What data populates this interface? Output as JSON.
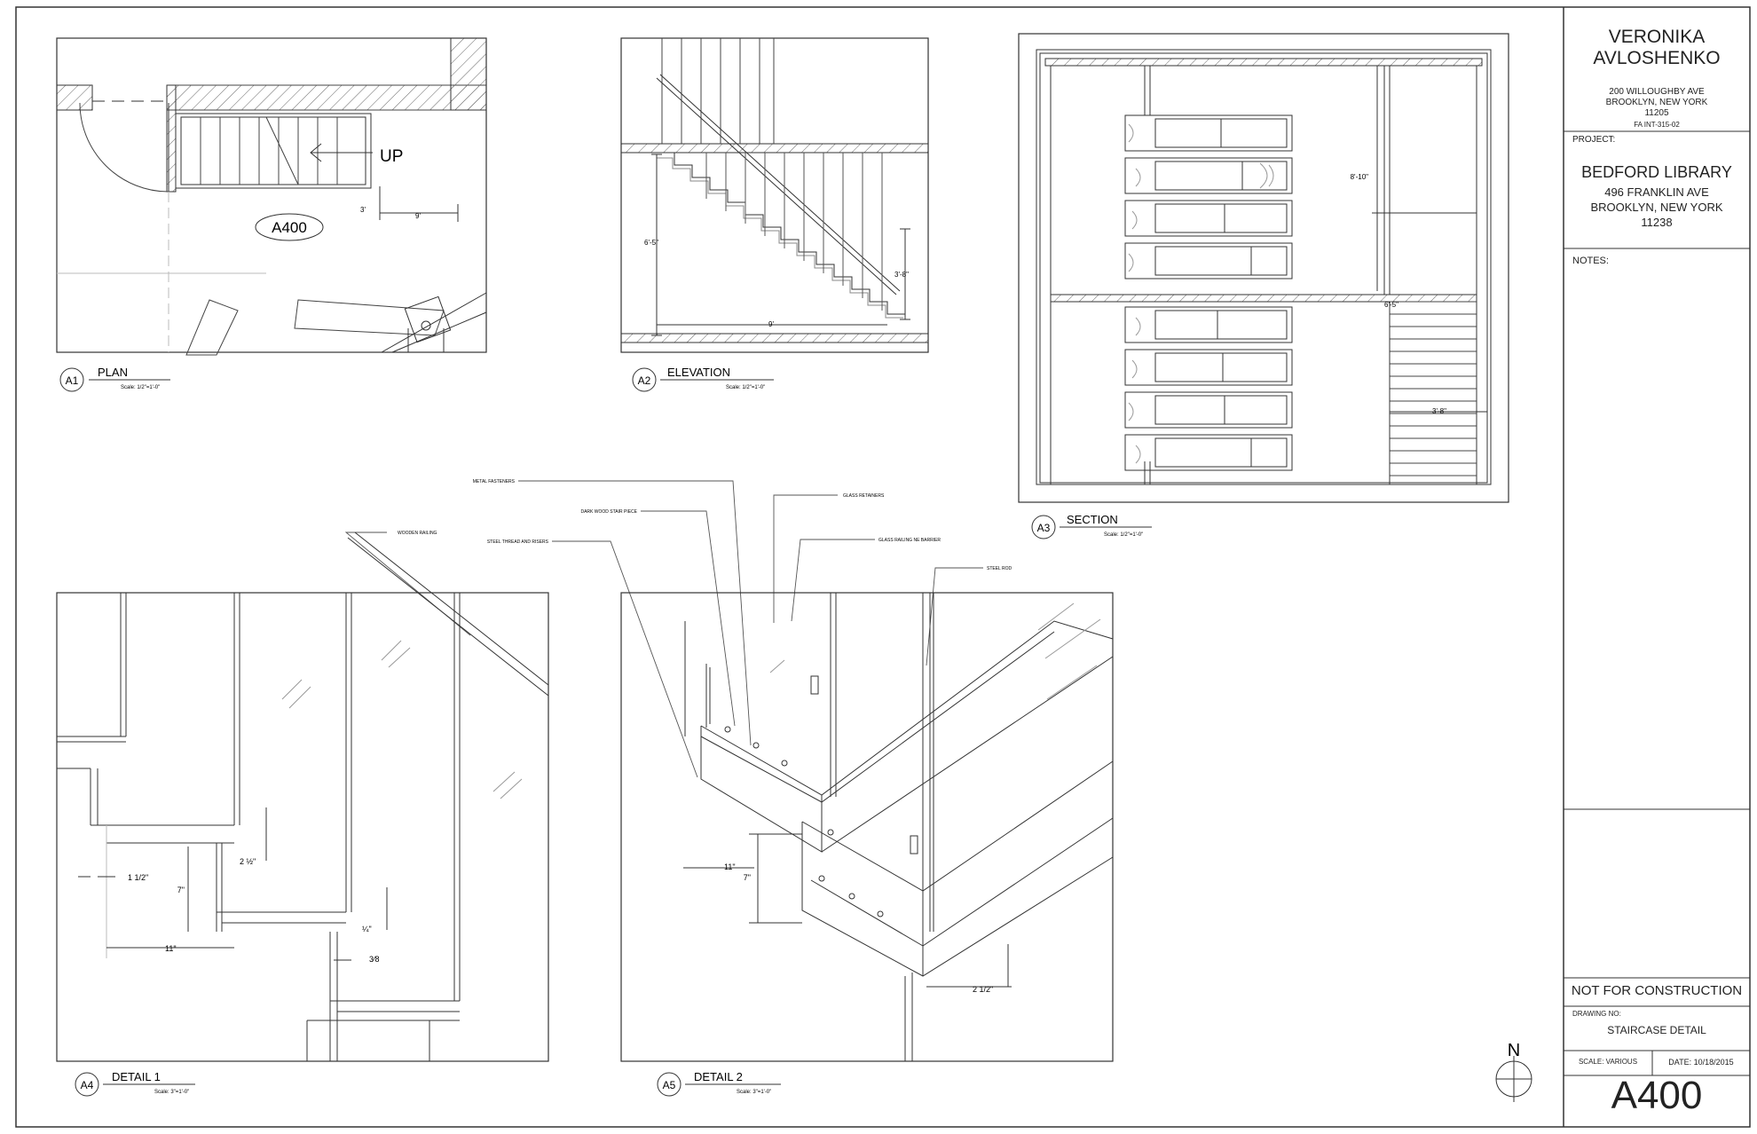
{
  "title_block": {
    "designer": [
      "VERONIKA",
      "AVLOSHENKO"
    ],
    "designer_address": [
      "200 WILLOUGHBY AVE",
      "BROOKLYN, NEW YORK",
      "11205"
    ],
    "course": "FA INT-315-02",
    "project_label": "PROJECT:",
    "project_name": "BEDFORD LIBRARY",
    "project_address": [
      "496 FRANKLIN AVE",
      "BROOKLYN, NEW YORK",
      "11238"
    ],
    "notes_label": "NOTES:",
    "status": "NOT FOR CONSTRUCTION",
    "drawing_no_label": "DRAWING NO:",
    "drawing_title": "STAIRCASE DETAIL",
    "scale": "SCALE: VARIOUS",
    "date": "DATE: 10/18/2015",
    "sheet_number": "A400"
  },
  "north_arrow": "N",
  "views": {
    "a1": {
      "tag": "A1",
      "title": "PLAN",
      "scale": "Scale: 1/2\"=1'-0\"",
      "up_label": "UP",
      "callout": "A400",
      "dim_3": "3'",
      "dim_9": "9'"
    },
    "a2": {
      "tag": "A2",
      "title": "ELEVATION",
      "scale": "Scale: 1/2\"=1'-0\"",
      "dim_h": "6'-5\"",
      "dim_v": "3'-8\"",
      "dim_w": "9'"
    },
    "a3": {
      "tag": "A3",
      "title": "SECTION",
      "scale": "Scale: 1/2\"=1'-0\"",
      "dim_top": "8'-10\"",
      "dim_mid": "6'-5\"",
      "dim_stair": "3'-8\""
    },
    "a4": {
      "tag": "A4",
      "title": "DETAIL 1",
      "scale": "Scale: 3\"=1'-0\"",
      "dim_1half": "1 1/2\"",
      "dim_7": "7\"",
      "dim_11": "11\"",
      "dim_2half": "2 ½\"",
      "dim_quarter": "¼\"",
      "dim_38": "3⁄8"
    },
    "a5": {
      "tag": "A5",
      "title": "DETAIL 2",
      "scale": "Scale: 3\"=1'-0\"",
      "dim_11": "11\"",
      "dim_7": "7\"",
      "dim_2half": "2 1/2\""
    }
  },
  "annotations": {
    "metal_fasteners": "METAL FASTENERS",
    "dark_wood_stair": "DARK WOOD STAIR PIECE",
    "steel_thread": "STEEL THREAD AND RISERS",
    "wooden_railing": "WOODEN RAILING",
    "glass_retainers": "GLASS RETAINERS",
    "glass_railing": "GLASS RAILING NE BARRIER",
    "steel_rod": "STEEL ROD"
  }
}
